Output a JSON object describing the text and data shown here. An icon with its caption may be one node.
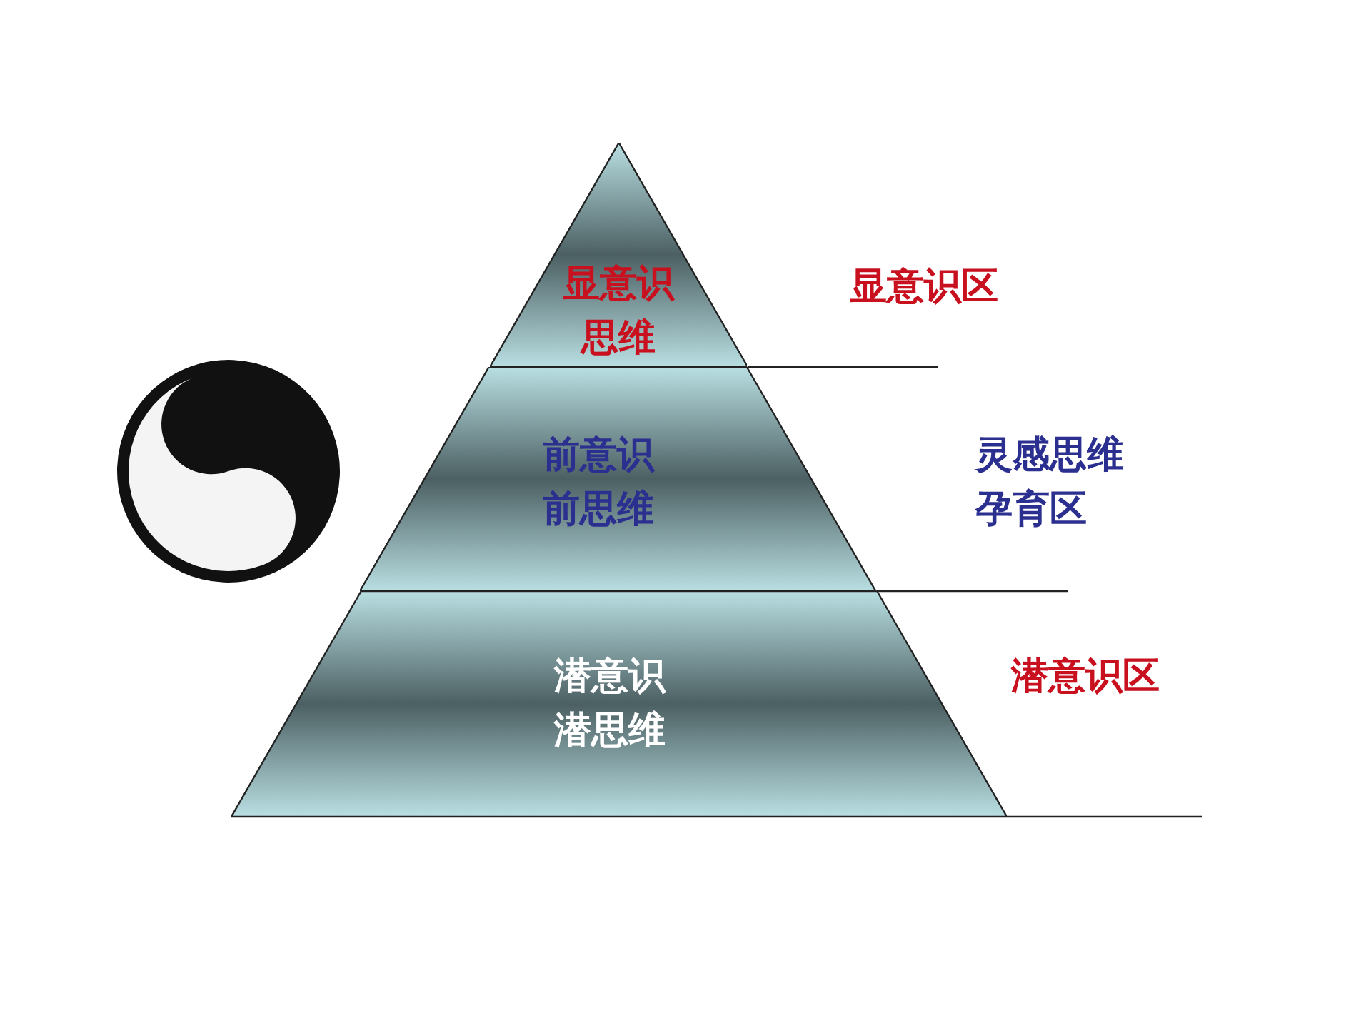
{
  "diagram": {
    "nodes": [
      {
        "text": [
          "显意识思维"
        ],
        "beside": [
          "显意识区"
        ]
      },
      {
        "text": [
          "前意识前思维"
        ],
        "beside": [
          "灵感思维孕育区"
        ]
      },
      {
        "text": [
          "潜意识潜思维"
        ],
        "beside": [
          "潜意识区"
        ]
      }
    ]
  }
}
